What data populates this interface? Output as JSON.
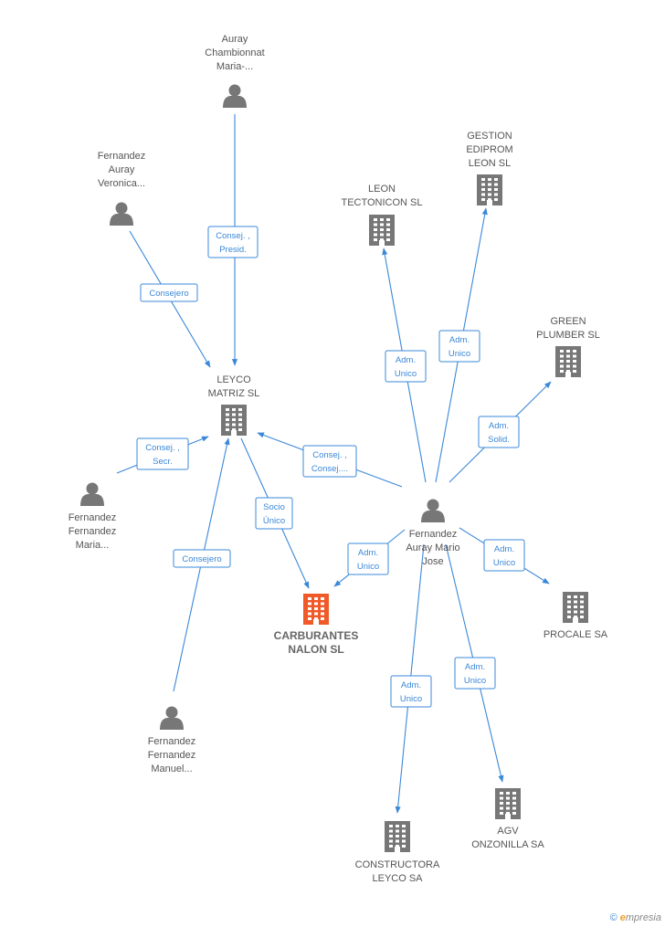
{
  "nodes": [
    {
      "id": "auray-chambionnat",
      "type": "person",
      "label_lines": [
        "Auray",
        "Chambionnat",
        "Maria-..."
      ]
    },
    {
      "id": "fernandez-auray-veronica",
      "type": "person",
      "label_lines": [
        "Fernandez",
        "Auray",
        "Veronica..."
      ]
    },
    {
      "id": "leyco-matriz",
      "type": "company",
      "label_lines": [
        "LEYCO",
        "MATRIZ SL"
      ]
    },
    {
      "id": "fernandez-fernandez-maria",
      "type": "person",
      "label_lines": [
        "Fernandez",
        "Fernandez",
        "Maria..."
      ]
    },
    {
      "id": "carburantes-nalon",
      "type": "company-main",
      "label_lines": [
        "CARBURANTES",
        "NALON SL"
      ]
    },
    {
      "id": "fernandez-fernandez-manuel",
      "type": "person",
      "label_lines": [
        "Fernandez",
        "Fernandez",
        "Manuel..."
      ]
    },
    {
      "id": "leon-tectonicon",
      "type": "company",
      "label_lines": [
        "LEON",
        "TECTONICON SL"
      ]
    },
    {
      "id": "gestion-ediprom",
      "type": "company",
      "label_lines": [
        "GESTION",
        "EDIPROM",
        "LEON  SL"
      ]
    },
    {
      "id": "green-plumber",
      "type": "company",
      "label_lines": [
        "GREEN",
        "PLUMBER SL"
      ]
    },
    {
      "id": "fernandez-auray-mario",
      "type": "person",
      "label_lines": [
        "Fernandez",
        "Auray Mario",
        "Jose"
      ]
    },
    {
      "id": "procale",
      "type": "company",
      "label_lines": [
        "PROCALE SA"
      ]
    },
    {
      "id": "agv-onzonilla",
      "type": "company",
      "label_lines": [
        "AGV",
        "ONZONILLA SA"
      ]
    },
    {
      "id": "constructora-leyco",
      "type": "company",
      "label_lines": [
        "CONSTRUCTORA",
        "LEYCO SA"
      ]
    }
  ],
  "edges": [
    {
      "from": "auray-chambionnat",
      "to": "leyco-matriz",
      "label_lines": [
        "Consej. ,",
        "Presid."
      ]
    },
    {
      "from": "fernandez-auray-veronica",
      "to": "leyco-matriz",
      "label_lines": [
        "Consejero"
      ]
    },
    {
      "from": "fernandez-fernandez-maria",
      "to": "leyco-matriz",
      "label_lines": [
        "Consej. ,",
        "Secr."
      ]
    },
    {
      "from": "fernandez-auray-mario",
      "to": "leyco-matriz",
      "label_lines": [
        "Consej. ,",
        "Consej...."
      ]
    },
    {
      "from": "leyco-matriz",
      "to": "carburantes-nalon",
      "label_lines": [
        "Socio",
        "Único"
      ]
    },
    {
      "from": "fernandez-fernandez-manuel",
      "to": "leyco-matriz",
      "label_lines": [
        "Consejero"
      ]
    },
    {
      "from": "fernandez-auray-mario",
      "to": "leon-tectonicon",
      "label_lines": [
        "Adm.",
        "Unico"
      ]
    },
    {
      "from": "fernandez-auray-mario",
      "to": "gestion-ediprom",
      "label_lines": [
        "Adm.",
        "Unico"
      ]
    },
    {
      "from": "fernandez-auray-mario",
      "to": "green-plumber",
      "label_lines": [
        "Adm.",
        "Solid."
      ]
    },
    {
      "from": "fernandez-auray-mario",
      "to": "carburantes-nalon",
      "label_lines": [
        "Adm.",
        "Unico"
      ]
    },
    {
      "from": "fernandez-auray-mario",
      "to": "procale",
      "label_lines": [
        "Adm.",
        "Unico"
      ]
    },
    {
      "from": "fernandez-auray-mario",
      "to": "agv-onzonilla",
      "label_lines": [
        "Adm.",
        "Unico"
      ]
    },
    {
      "from": "fernandez-auray-mario",
      "to": "constructora-leyco",
      "label_lines": [
        "Adm.",
        "Unico"
      ]
    }
  ],
  "colors": {
    "edge": "#3b88d8",
    "node": "#777777",
    "main_node": "#f05a28",
    "label": "#555555"
  },
  "footer": {
    "copyright": "©",
    "brand_initial": "e",
    "brand_rest": "mpresia"
  }
}
